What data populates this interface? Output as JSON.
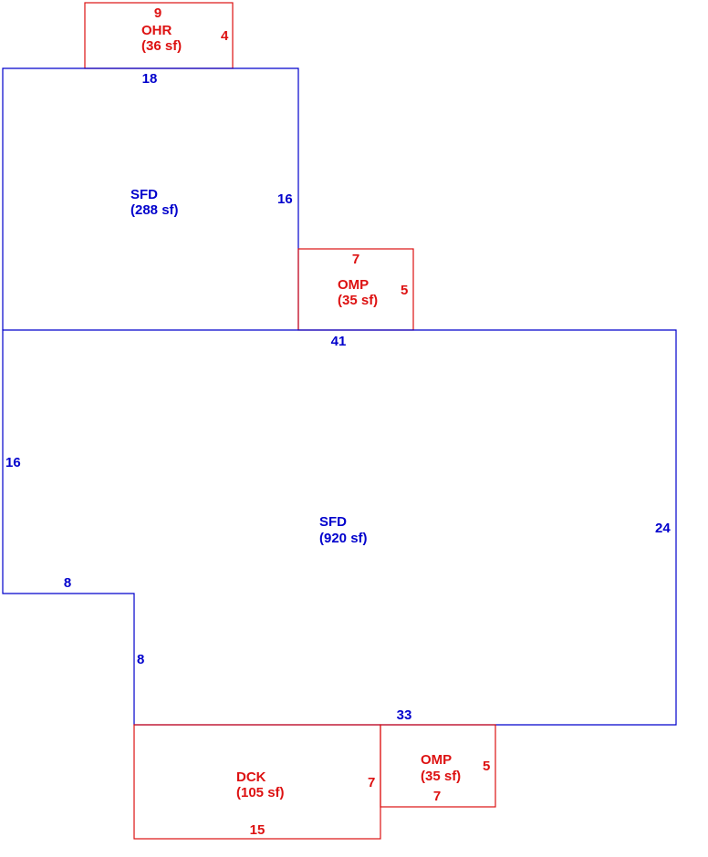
{
  "colors": {
    "living": "#0000cc",
    "exterior": "#dd1111",
    "background": "#ffffff"
  },
  "areas": [
    {
      "id": "ohr",
      "code": "OHR",
      "area": "(36 sf)",
      "dims": {
        "top": "9",
        "right": "4"
      },
      "color": "exterior"
    },
    {
      "id": "sfd-upper",
      "code": "SFD",
      "area": "(288 sf)",
      "dims": {
        "top": "18",
        "right": "16"
      },
      "color": "living"
    },
    {
      "id": "omp-upper",
      "code": "OMP",
      "area": "(35 sf)",
      "dims": {
        "top": "7",
        "right": "5"
      },
      "color": "exterior"
    },
    {
      "id": "sfd-main",
      "code": "SFD",
      "area": "(920 sf)",
      "dims": {
        "top": "41",
        "left": "16",
        "right": "24",
        "step_top": "8",
        "step_side": "8",
        "bottom": "33"
      },
      "color": "living"
    },
    {
      "id": "dck",
      "code": "DCK",
      "area": "(105 sf)",
      "dims": {
        "right": "7",
        "bottom": "15"
      },
      "color": "exterior"
    },
    {
      "id": "omp-lower",
      "code": "OMP",
      "area": "(35 sf)",
      "dims": {
        "right": "5",
        "bottom": "7"
      },
      "color": "exterior"
    }
  ]
}
